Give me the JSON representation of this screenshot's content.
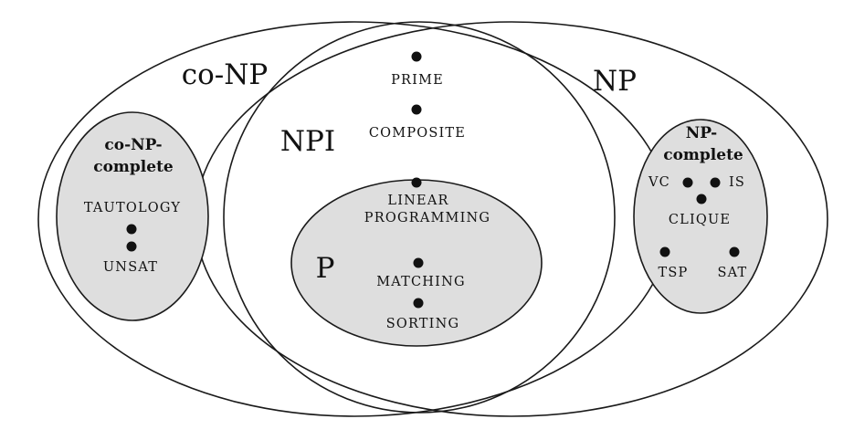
{
  "regions": {
    "conp": "co-NP",
    "np": "NP",
    "npi": "NPI",
    "p": "P",
    "conp_complete_line1": "co-NP-",
    "conp_complete_line2": "complete",
    "np_complete_line1": "NP-",
    "np_complete_line2": "complete"
  },
  "problems": {
    "prime": "PRIME",
    "composite": "COMPOSITE",
    "linear_line1": "LINEAR",
    "linear_line2": "PROGRAMMING",
    "matching": "MATCHING",
    "sorting": "SORTING",
    "tautology": "TAUTOLOGY",
    "unsat": "UNSAT",
    "vc": "VC",
    "is": "IS",
    "clique": "CLIQUE",
    "tsp": "TSP",
    "sat": "SAT"
  }
}
